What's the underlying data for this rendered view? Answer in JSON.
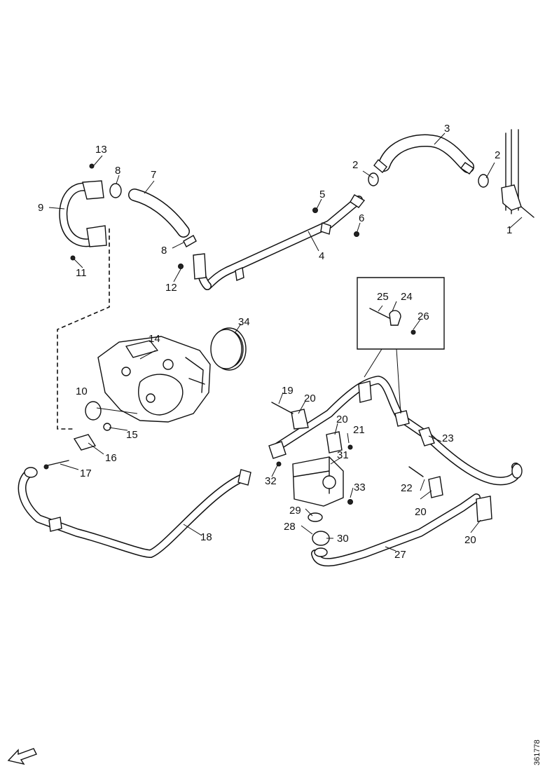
{
  "callouts": {
    "c1": "1",
    "c2a": "2",
    "c2b": "2",
    "c3": "3",
    "c4": "4",
    "c5": "5",
    "c6": "6",
    "c7": "7",
    "c8a": "8",
    "c8b": "8",
    "c9": "9",
    "c10": "10",
    "c11": "11",
    "c12": "12",
    "c13": "13",
    "c14": "14",
    "c15": "15",
    "c16": "16",
    "c17": "17",
    "c18": "18",
    "c19": "19",
    "c20a": "20",
    "c20b": "20",
    "c20c": "20",
    "c20d": "20",
    "c21": "21",
    "c22": "22",
    "c23": "23",
    "c24": "24",
    "c25": "25",
    "c26": "26",
    "c27": "27",
    "c28": "28",
    "c29": "29",
    "c30": "30",
    "c31": "31",
    "c32": "32",
    "c33": "33",
    "c34": "34"
  },
  "reference_code": "361778",
  "icons": {
    "orientation": "direction-arrow-icon"
  }
}
